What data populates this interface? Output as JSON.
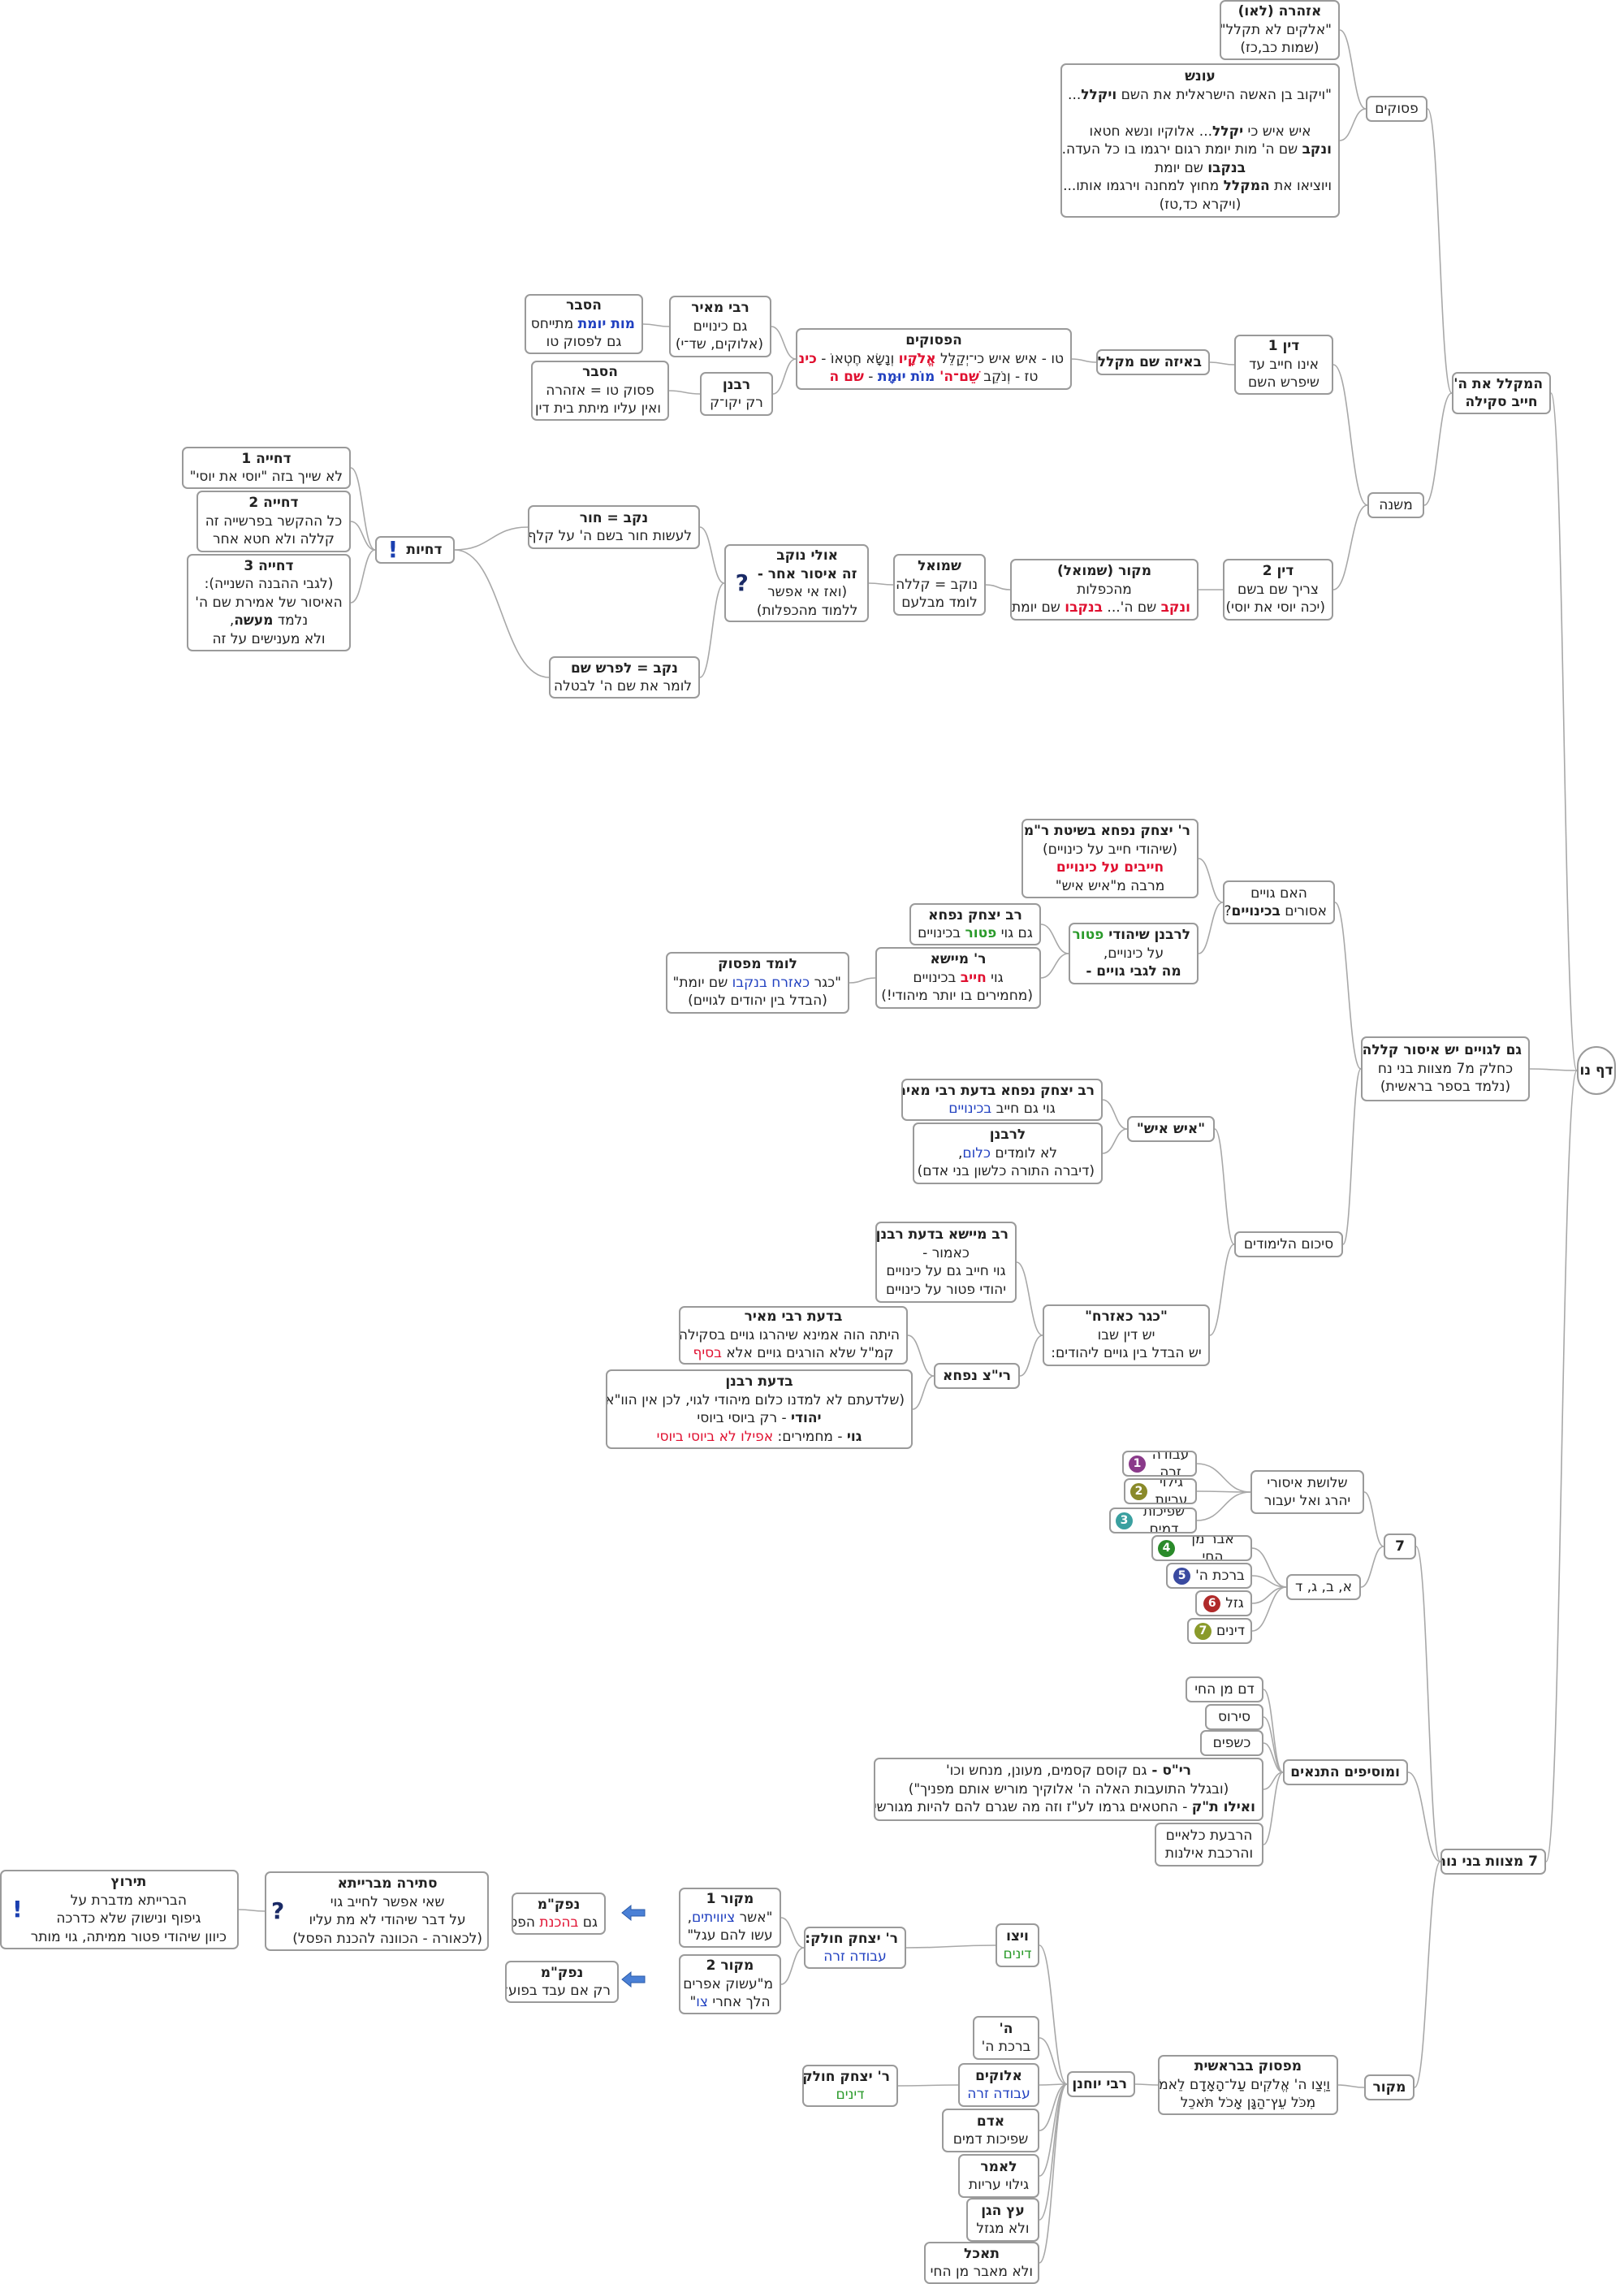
{
  "colors": {
    "edge": "#a8a8a8",
    "border": "#9a9a9a",
    "red": "#e01030",
    "blue": "#2040c0",
    "green": "#2a9a2a"
  },
  "root": "דף נו",
  "mekalel": {
    "title": [
      "המקלל את ה'",
      "חייב סקילה"
    ],
    "psukim": {
      "label": "פסוקים",
      "azhara": [
        "אזהרה (לאו)",
        "\"אלקים לא תקלל\"",
        "(שמות כב,כז)"
      ],
      "onesh": {
        "title": "עונש",
        "l1a": "\"ויקוב בן האשה הישראלית את השם ",
        "l1b": "ויקלל",
        "l1c": "...",
        "l2a": "איש איש כי ",
        "l2b": "יקלל",
        "l2c": "... אלוקיו ונשא חטאו",
        "l3a": "ונקב",
        "l3b": " שם ה' מות יומת רגום ירגמו בו כל העדה...",
        "l4a": "בנקבו",
        "l4b": " שם יומת",
        "l5a": "ויוציאו את ",
        "l5b": "המקלל",
        "l5c": " מחוץ למחנה וירגמו אותו...\"",
        "l6": "(ויקרא כד,טז)"
      }
    },
    "mishna": {
      "label": "משנה",
      "din1": [
        "דין 1",
        "אינו חייב עד",
        "שיפרש השם"
      ],
      "beeize": "באיזה שם מקלל",
      "hapsukim": {
        "title": "הפסוקים",
        "l1a": "טו - איש איש כי־יְקַלֵּל ",
        "l1b": "אֱלֹקָיו",
        "l1c": " וְנָשָׂא חֶטְאוֹ - ",
        "l1d": "כינוי",
        "l2a": "טז - וְנֹקֵב ",
        "l2b": "שֵׁם־ה'",
        "l2c": "  מוֹת יוּמָת",
        "l2d": "  -  ",
        "l2e": "שם ה"
      },
      "rabimeir": [
        "רבי מאיר",
        "גם כינויים",
        "(אלוקים, שד־י)"
      ],
      "hesber1": {
        "title": "הסבר",
        "l1a": "מות יומת",
        "l1b": " מתייחס",
        "l2": "גם לפסוק טו"
      },
      "rabanan": [
        "רבנן",
        "רק יקו־ק"
      ],
      "hesber2": [
        "הסבר",
        "פסוק טו = אזהרה",
        "ואין עליו מיתת בית דין"
      ],
      "din2": [
        "דין 2",
        "צריך שם בשם",
        "(יכה יוסי את יוסי)"
      ],
      "makor": {
        "title": "מקור (שמואל)",
        "l1": "מהכפלות",
        "l2a": "ונקב",
        "l2b": " שם ה'... ",
        "l2c": "בנקבו",
        "l2d": "  שם יומת"
      },
      "shmuel": [
        "שמואל",
        "נוקב = קללה",
        "לומד מבלעם"
      ],
      "ulai": [
        "אולי נוקב",
        "זה איסור אחר -",
        "(ואז אי אפשר",
        "ללמוד מהכפלות)"
      ],
      "nokev_hor": [
        "נקב = חור",
        "לעשות חור בשם ה' על קלף"
      ],
      "nokev_lifrosh": [
        "נקב = לפרש שם",
        "לומר את שם ה' לבטלה"
      ],
      "dchiot": "דחיות",
      "dchiya1": [
        "דחייה 1",
        "לא שייך בזה \"יוסי את יוסי\""
      ],
      "dchiya2": [
        "דחייה 2",
        "כל ההקשר בפרשייה זה",
        "קללה ולא חטא אחר"
      ],
      "dchiya3": {
        "title": "דחייה 3",
        "l1": "(לגבי ההבנה השנייה):",
        "l2": "האיסור של אמירת שם  ה'",
        "l3a": "נלמד ",
        "l3b": "מעשה",
        "l3c": ",",
        "l4": "ולא מענישים על זה"
      }
    }
  },
  "goyim": {
    "title": "גם לגויים יש איסור קללה",
    "l2": "כחלק מ7 מצוות בני נח",
    "l3": "(נלמד בספר בראשית)",
    "haim": {
      "l1": "האם גויים",
      "l2a": "אסורים ",
      "l2b": "בכינויים",
      "l2c": "?"
    },
    "ritzhak": [
      "ר' יצחק נפחא בשיטת ר\"מ",
      "(שיהודי חייב על כינויים)",
      "חייבים על כינויים",
      "מרבה מ\"איש איש\""
    ],
    "lerabanan": {
      "l1a": "לרבנן שיהודי ",
      "l1b": "פטור",
      "l2": "על כינויים,",
      "l3": "מה לגבי גויים -"
    },
    "ravyitzhak": {
      "l1": "רב יצחק נפחא",
      "l2a": "גם גוי ",
      "l2b": "פטור",
      "l2c": " בכינויים"
    },
    "rmiasha": {
      "l1": "ר' מיישא",
      "l2a": "גוי ",
      "l2b": "חייב",
      "l2c": " בכינויים",
      "l3": "(מחמירים בו יותר מיהודי!)"
    },
    "lomed": {
      "l1": "לומד מפסוק",
      "l2a": "\"כגר ",
      "l2b": "כאזרח",
      "l2c": " ",
      "l2d": "בנקבו",
      "l2e": " שם יומת\"",
      "l3": "(הבדל בין יהודים לגויים)"
    },
    "sikum": "סיכום הלימודים",
    "ishish": "\"איש איש\"",
    "ravnafha": {
      "l1": "רב יצחק נפחא  בדעת רבי מאיר",
      "l2a": "גוי גם חייב ",
      "l2b": "בכינויים"
    },
    "lerabanan2": {
      "l1": "לרבנן",
      "l2a": "לא לומדים ",
      "l2b": "כלום",
      "l2c": ",",
      "l3": "(דיברה התורה כלשון בני אדם)"
    },
    "ravmiasha": [
      "רב מיישא בדעת רבנן",
      "כאמור -",
      "גוי חייב גם על כינויים",
      "יהודי פטור על כינויים"
    ],
    "kager": [
      "\"כגר כאזרח\"",
      "יש דין שבו",
      "יש הבדל בין גויים ליהודים:"
    ],
    "ritznafha": "רי\"צ נפחא",
    "bedaat_meir": {
      "l1": "בדעת רבי מאיר",
      "l2": "היתה הוה אמינא שיהרגו גויים בסקילה",
      "l3a": "קמ\"ל שלא הורגים גויים אלא ",
      "l3b": "בסיף"
    },
    "bedaat_rabanan": {
      "l1": "בדעת רבנן",
      "l2": "(שלדעתם לא למדנו כלום מיהודי לגוי, לכן אין הוו\"א)",
      "l3a": "יהודי",
      "l3b": "  - רק ביוסי ביוסי",
      "l4a": "גוי",
      "l4b": "  - מחמירים: ",
      "l4c": "אפילו לא ביוסי ביוסי"
    }
  },
  "sheva": {
    "label": "7 מצוות בני נוח",
    "seven": "7",
    "shalosh": [
      "שלושת איסורי",
      "יהרג ואל יעבור"
    ],
    "abgd": "א, ב, ג, ד",
    "mitzvot": [
      {
        "n": "1",
        "t": "עבודה זרה",
        "c": "#8a3a8a"
      },
      {
        "n": "2",
        "t": "גילוי עריות",
        "c": "#8a8a2a"
      },
      {
        "n": "3",
        "t": "שפיכות דמים",
        "c": "#3aa0a0"
      },
      {
        "n": "4",
        "t": "אבר מן החי",
        "c": "#2a8a2a"
      },
      {
        "n": "5",
        "t": "ברכת ה'",
        "c": "#3a4aa0"
      },
      {
        "n": "6",
        "t": "גזל",
        "c": "#b02a2a"
      },
      {
        "n": "7",
        "t": "דינים",
        "c": "#8a9a2a"
      }
    ],
    "tanaim": "ומוסיפים התנאים",
    "extra": [
      "דם מן החי",
      "סירוס",
      "כשפים"
    ],
    "ris": {
      "l1a": "רי\"ס - ",
      "l1b": "גם קוסם קסמים, מעונן, מנחש וכו'",
      "l2": "(ובגלל התועבות האלה ה' אלוקיך מוריש אותם מפניך\")",
      "l3a": "ואילו ת\"ק",
      "l3b": " - החטאים גרמו לע\"ז וזה מה שגרם להם להיות מגורשים מהארץ"
    },
    "harbaat": [
      "הרבעת כלאיים",
      "והרכבת אילנות"
    ],
    "makor": "מקור",
    "mufsak": [
      "מפסוק בבראשית",
      "וַיְצַו ה' אֱלֹקִים עַל־הָאָדָם לֵאמֹר",
      "מִכֹּל עֵץ־הַגָּן אָכֹל תֹּאכֵל"
    ],
    "rabiyohanan": "רבי יוחנן",
    "words": [
      {
        "w": "ה'",
        "m": "ברכת ה'"
      },
      {
        "w": "אלוקים",
        "m": "עבודה זרה"
      },
      {
        "w": "אדם",
        "m": "שפיכות דמים"
      },
      {
        "w": "לאמר",
        "m": "גילוי עריות"
      },
      {
        "w": "עץ הגן",
        "m": "ולא מגזל"
      },
      {
        "w": "תאכל",
        "m": "ולא מאבר מן החי"
      }
    ],
    "vayetzav": [
      "ויצו",
      "דינים"
    ],
    "ritzhak1": [
      "ר' יצחק חולק:",
      "עבודה זרה"
    ],
    "ritzhak2": [
      "ר' יצחק חולק:",
      "דינים"
    ],
    "makor1": {
      "l1": "מקור 1",
      "l2a": "\"אשר ",
      "l2b": "ציוויתים",
      "l2c": ",",
      "l3": "עשו להם עגל\""
    },
    "makor2": {
      "l1": "מקור 2",
      "l2": "מ\"עשוק אפרים",
      "l3a": "הלך אחרי ",
      "l3b": "צו",
      "l3c": "\""
    },
    "nafkam1": {
      "l1": "נפק\"מ",
      "l2a": "גם  ",
      "l2b": "בהכנת",
      "l2c": " הפסל"
    },
    "nafkam2": [
      "נפק\"מ",
      "רק אם עבד בפועל"
    ],
    "stira": [
      "סתירה מברייתא",
      "שאי אפשר לחייב גוי",
      "על דבר שיהודי לא מת עליו",
      "(לכאורה - הכוונה להכנת הפסל)"
    ],
    "teruz": [
      "תירוץ",
      "הברייתא מדברת על",
      "גיפוף ונישוק שלא כדרכה",
      "כיוון שיהודי פטור ממיתה, גוי מותר"
    ]
  }
}
